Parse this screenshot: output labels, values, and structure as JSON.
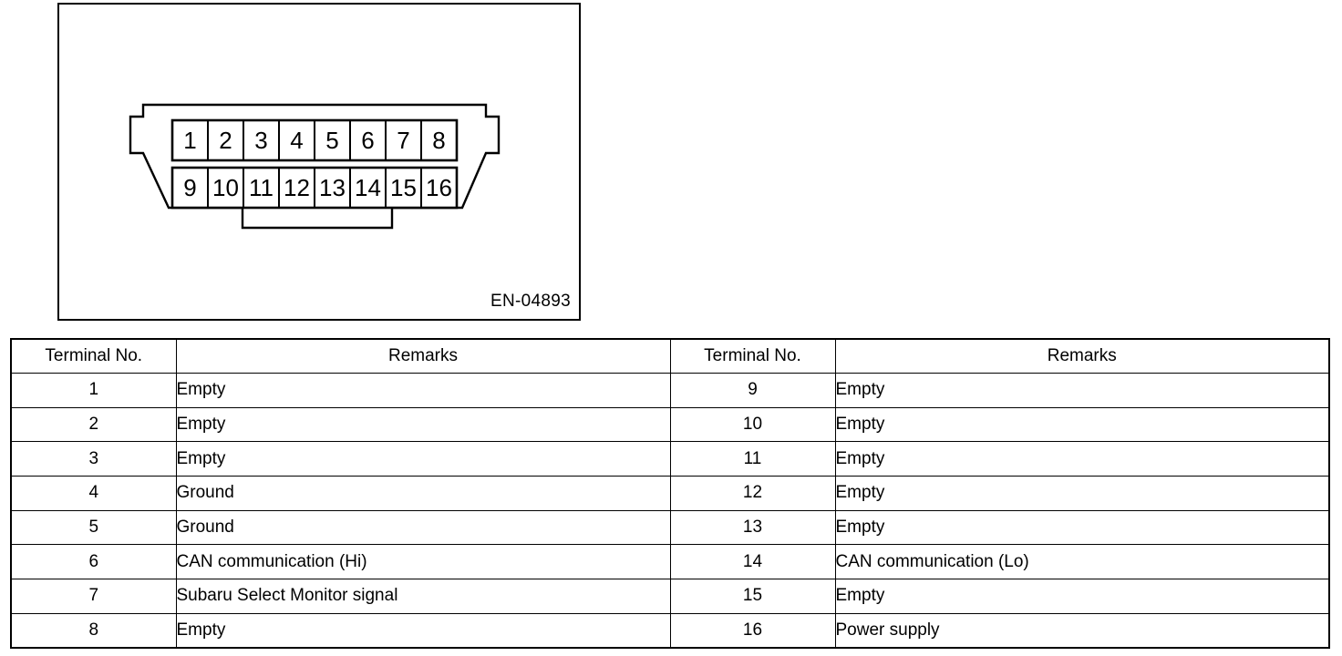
{
  "figure": {
    "id_label": "EN-04893",
    "connector": {
      "name": "data-link-connector",
      "row_top_pins": [
        "1",
        "2",
        "3",
        "4",
        "5",
        "6",
        "7",
        "8"
      ],
      "row_bottom_pins": [
        "9",
        "10",
        "11",
        "12",
        "13",
        "14",
        "15",
        "16"
      ]
    }
  },
  "table": {
    "headers": {
      "terminal": "Terminal No.",
      "remarks": "Remarks"
    },
    "left_rows": [
      {
        "terminal": "1",
        "remarks": "Empty"
      },
      {
        "terminal": "2",
        "remarks": "Empty"
      },
      {
        "terminal": "3",
        "remarks": "Empty"
      },
      {
        "terminal": "4",
        "remarks": "Ground"
      },
      {
        "terminal": "5",
        "remarks": "Ground"
      },
      {
        "terminal": "6",
        "remarks": "CAN communication (Hi)"
      },
      {
        "terminal": "7",
        "remarks": "Subaru Select Monitor signal"
      },
      {
        "terminal": "8",
        "remarks": "Empty"
      }
    ],
    "right_rows": [
      {
        "terminal": "9",
        "remarks": "Empty"
      },
      {
        "terminal": "10",
        "remarks": "Empty"
      },
      {
        "terminal": "11",
        "remarks": "Empty"
      },
      {
        "terminal": "12",
        "remarks": "Empty"
      },
      {
        "terminal": "13",
        "remarks": "Empty"
      },
      {
        "terminal": "14",
        "remarks": "CAN communication (Lo)"
      },
      {
        "terminal": "15",
        "remarks": "Empty"
      },
      {
        "terminal": "16",
        "remarks": "Power supply"
      }
    ]
  },
  "colors": {
    "ink": "#000000",
    "paper": "#ffffff"
  }
}
